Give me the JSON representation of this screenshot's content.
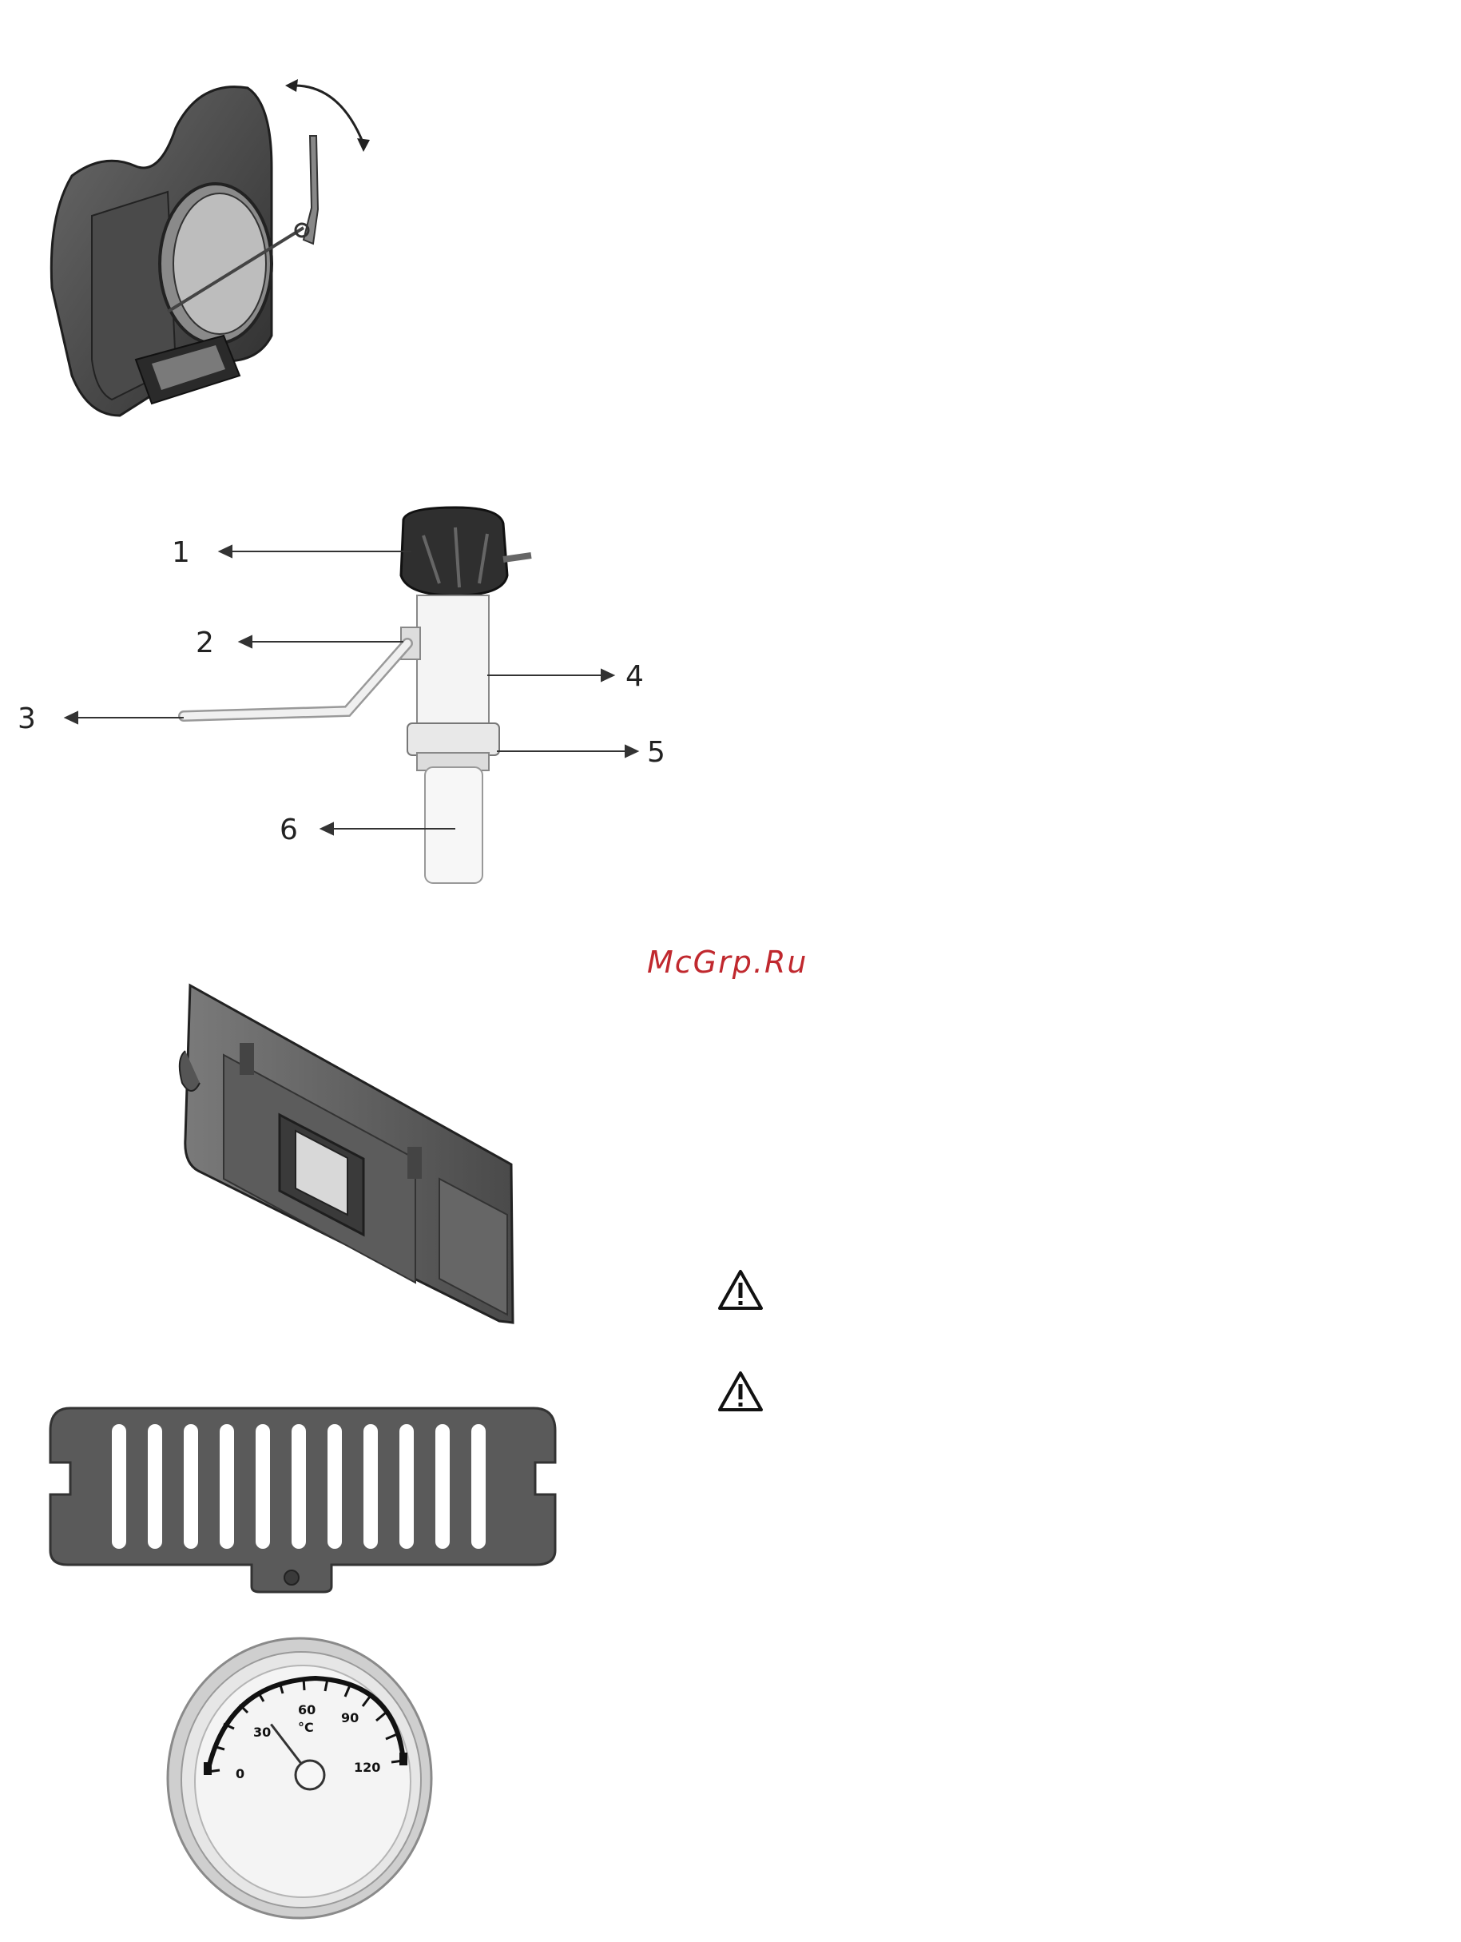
{
  "watermark": "McGrp.Ru",
  "colors": {
    "watermark": "#c0282e",
    "part_dark": "#3a3a3a",
    "part_mid": "#6b6b6b",
    "grate": "#5a5a5a",
    "outline": "#222222"
  },
  "valve_callouts": [
    {
      "label": "1"
    },
    {
      "label": "2"
    },
    {
      "label": "3"
    },
    {
      "label": "4"
    },
    {
      "label": "5"
    },
    {
      "label": "6"
    }
  ],
  "thermometer": {
    "unit": "°C",
    "scale": [
      "0",
      "30",
      "60",
      "90",
      "120"
    ],
    "needle_value": 30
  },
  "icons": {
    "warning_1": "warning-triangle-icon",
    "warning_2": "warning-triangle-icon",
    "rotate_arrow": "rotate-arrow-icon"
  }
}
